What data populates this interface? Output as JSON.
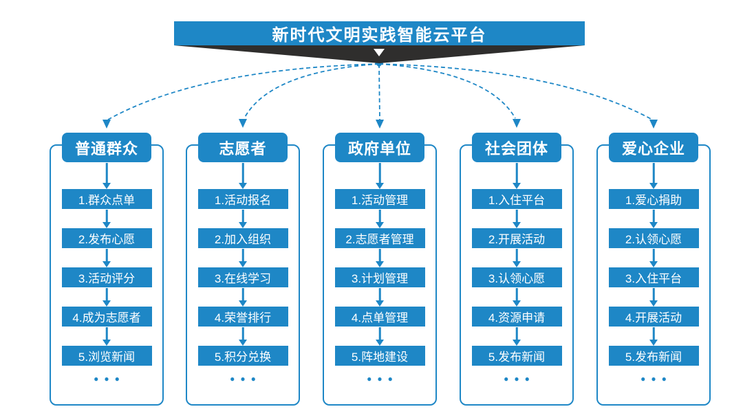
{
  "colors": {
    "accent": "#1e87c6",
    "dark": "#2f2e2d",
    "background": "#ffffff"
  },
  "banner": {
    "title": "新时代文明实践智能云平台"
  },
  "columns": [
    {
      "title": "普通群众",
      "steps": [
        "1.群众点单",
        "2.发布心愿",
        "3.活动评分",
        "4.成为志愿者",
        "5.浏览新闻"
      ],
      "more": "●●●"
    },
    {
      "title": "志愿者",
      "steps": [
        "1.活动报名",
        "2.加入组织",
        "3.在线学习",
        "4.荣誉排行",
        "5.积分兑换"
      ],
      "more": "●●●"
    },
    {
      "title": "政府单位",
      "steps": [
        "1.活动管理",
        "2.志愿者管理",
        "3.计划管理",
        "4.点单管理",
        "5.阵地建设"
      ],
      "more": "●●●"
    },
    {
      "title": "社会团体",
      "steps": [
        "1.入住平台",
        "2.开展活动",
        "3.认领心愿",
        "4.资源申请",
        "5.发布新闻"
      ],
      "more": "●●●"
    },
    {
      "title": "爱心企业",
      "steps": [
        "1.爱心捐助",
        "2.认领心愿",
        "3.入住平台",
        "4.开展活动",
        "5.发布新闻"
      ],
      "more": "●●●"
    }
  ]
}
